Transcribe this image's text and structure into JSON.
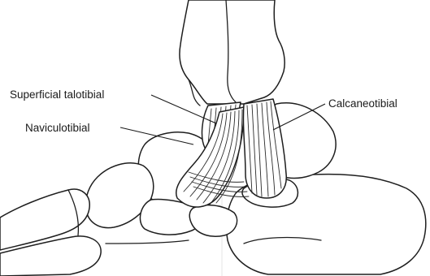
{
  "labels": {
    "superficial_talotibial": "Superficial talotibial",
    "naviculotibial": "Naviculotibial",
    "calcaneotibial": "Calcaneotibial"
  },
  "colors": {
    "ink": "#1e1e1e",
    "background": "#ffffff"
  }
}
